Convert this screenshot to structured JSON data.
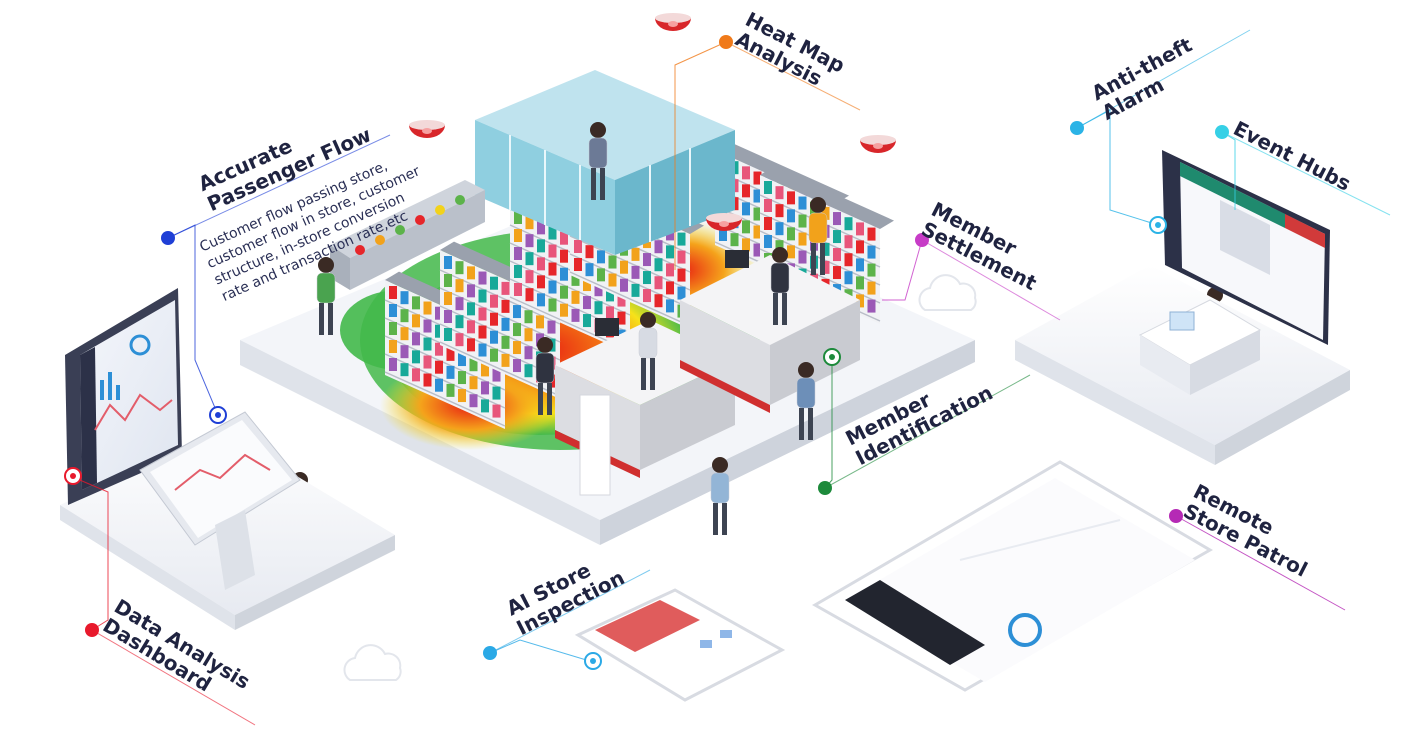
{
  "colors": {
    "label_text": "#1f2340",
    "heat_map": "#f07a1a",
    "passenger_flow": "#1f3fd6",
    "member_settlement": "#c73cc7",
    "anti_theft": "#2bb3e6",
    "event_hubs": "#36d0e6",
    "member_identification": "#1d8a3b",
    "data_dashboard": "#e8192c",
    "ai_inspection": "#2ba9e6",
    "remote_patrol": "#b52ab5"
  },
  "labels": {
    "heat_map": [
      "Heat Map",
      "Analysis"
    ],
    "passenger_flow": [
      "Accurate",
      "Passenger Flow"
    ],
    "passenger_flow_desc": [
      "Customer flow passing store,",
      "customer flow in store, customer",
      "structure, in-store conversion",
      "rate and transaction rate,etc"
    ],
    "member_settlement": [
      "Member",
      "Settlement"
    ],
    "anti_theft": [
      "Anti-theft",
      "Alarm"
    ],
    "event_hubs": [
      "Event Hubs"
    ],
    "member_identification": [
      "Member",
      "Identification"
    ],
    "data_dashboard": [
      "Data Analysis",
      "Dashboard"
    ],
    "ai_inspection": [
      "AI Store",
      "Inspection"
    ],
    "remote_patrol": [
      "Remote",
      "Store Patrol"
    ]
  },
  "icons": [
    "cloud-icon",
    "ceiling-camera-icon",
    "person-icon",
    "monitor-icon",
    "tablet-icon",
    "laptop-icon"
  ]
}
